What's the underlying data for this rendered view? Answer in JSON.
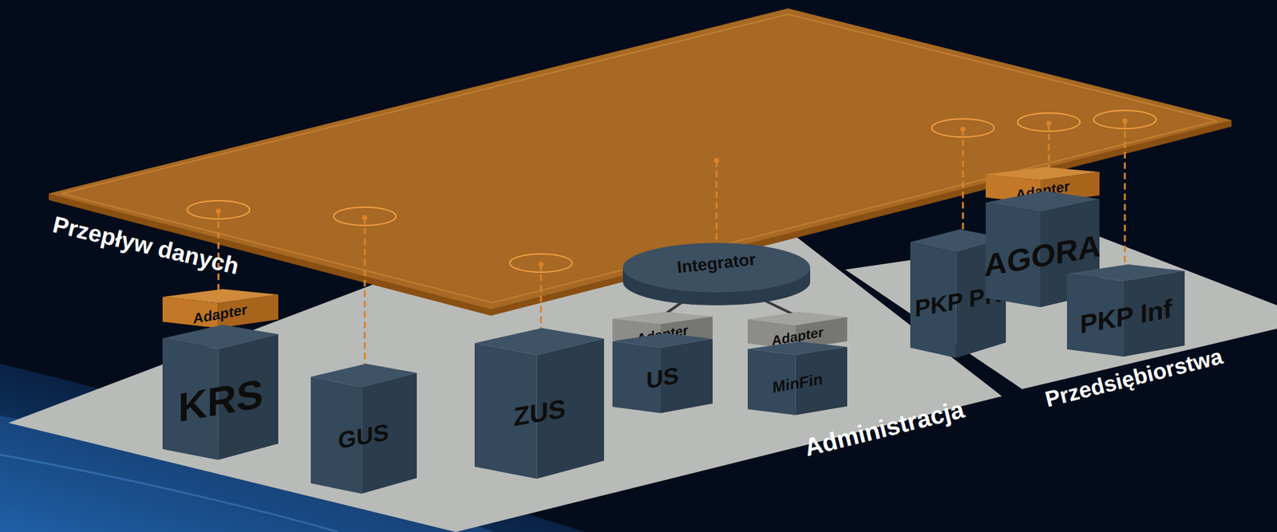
{
  "diagram": {
    "nodes": [
      {
        "text": [
          "Adapter"
        ]
      },
      {
        "text": [
          "KRS"
        ]
      },
      {
        "text": [
          "GUS"
        ]
      },
      {
        "text": [
          "ZUS"
        ]
      },
      {
        "text": [
          "Integrator"
        ]
      },
      {
        "text": [
          "Adapter"
        ]
      },
      {
        "text": [
          "US"
        ]
      },
      {
        "text": [
          "Adapter"
        ]
      },
      {
        "text": [
          "MinFin"
        ]
      },
      {
        "text": [
          "PKP PR"
        ]
      },
      {
        "text": [
          "Adapter"
        ]
      },
      {
        "text": [
          "AGORA"
        ]
      },
      {
        "text": [
          "PKP Inf"
        ]
      }
    ],
    "edges": [
      {
        "from": 4,
        "to": 5,
        "arrow": "none"
      },
      {
        "from": 4,
        "to": 7,
        "arrow": "none"
      }
    ],
    "labels": [
      "Przepływ danych",
      "Administracja",
      "Przedsiębiorstwa"
    ]
  }
}
